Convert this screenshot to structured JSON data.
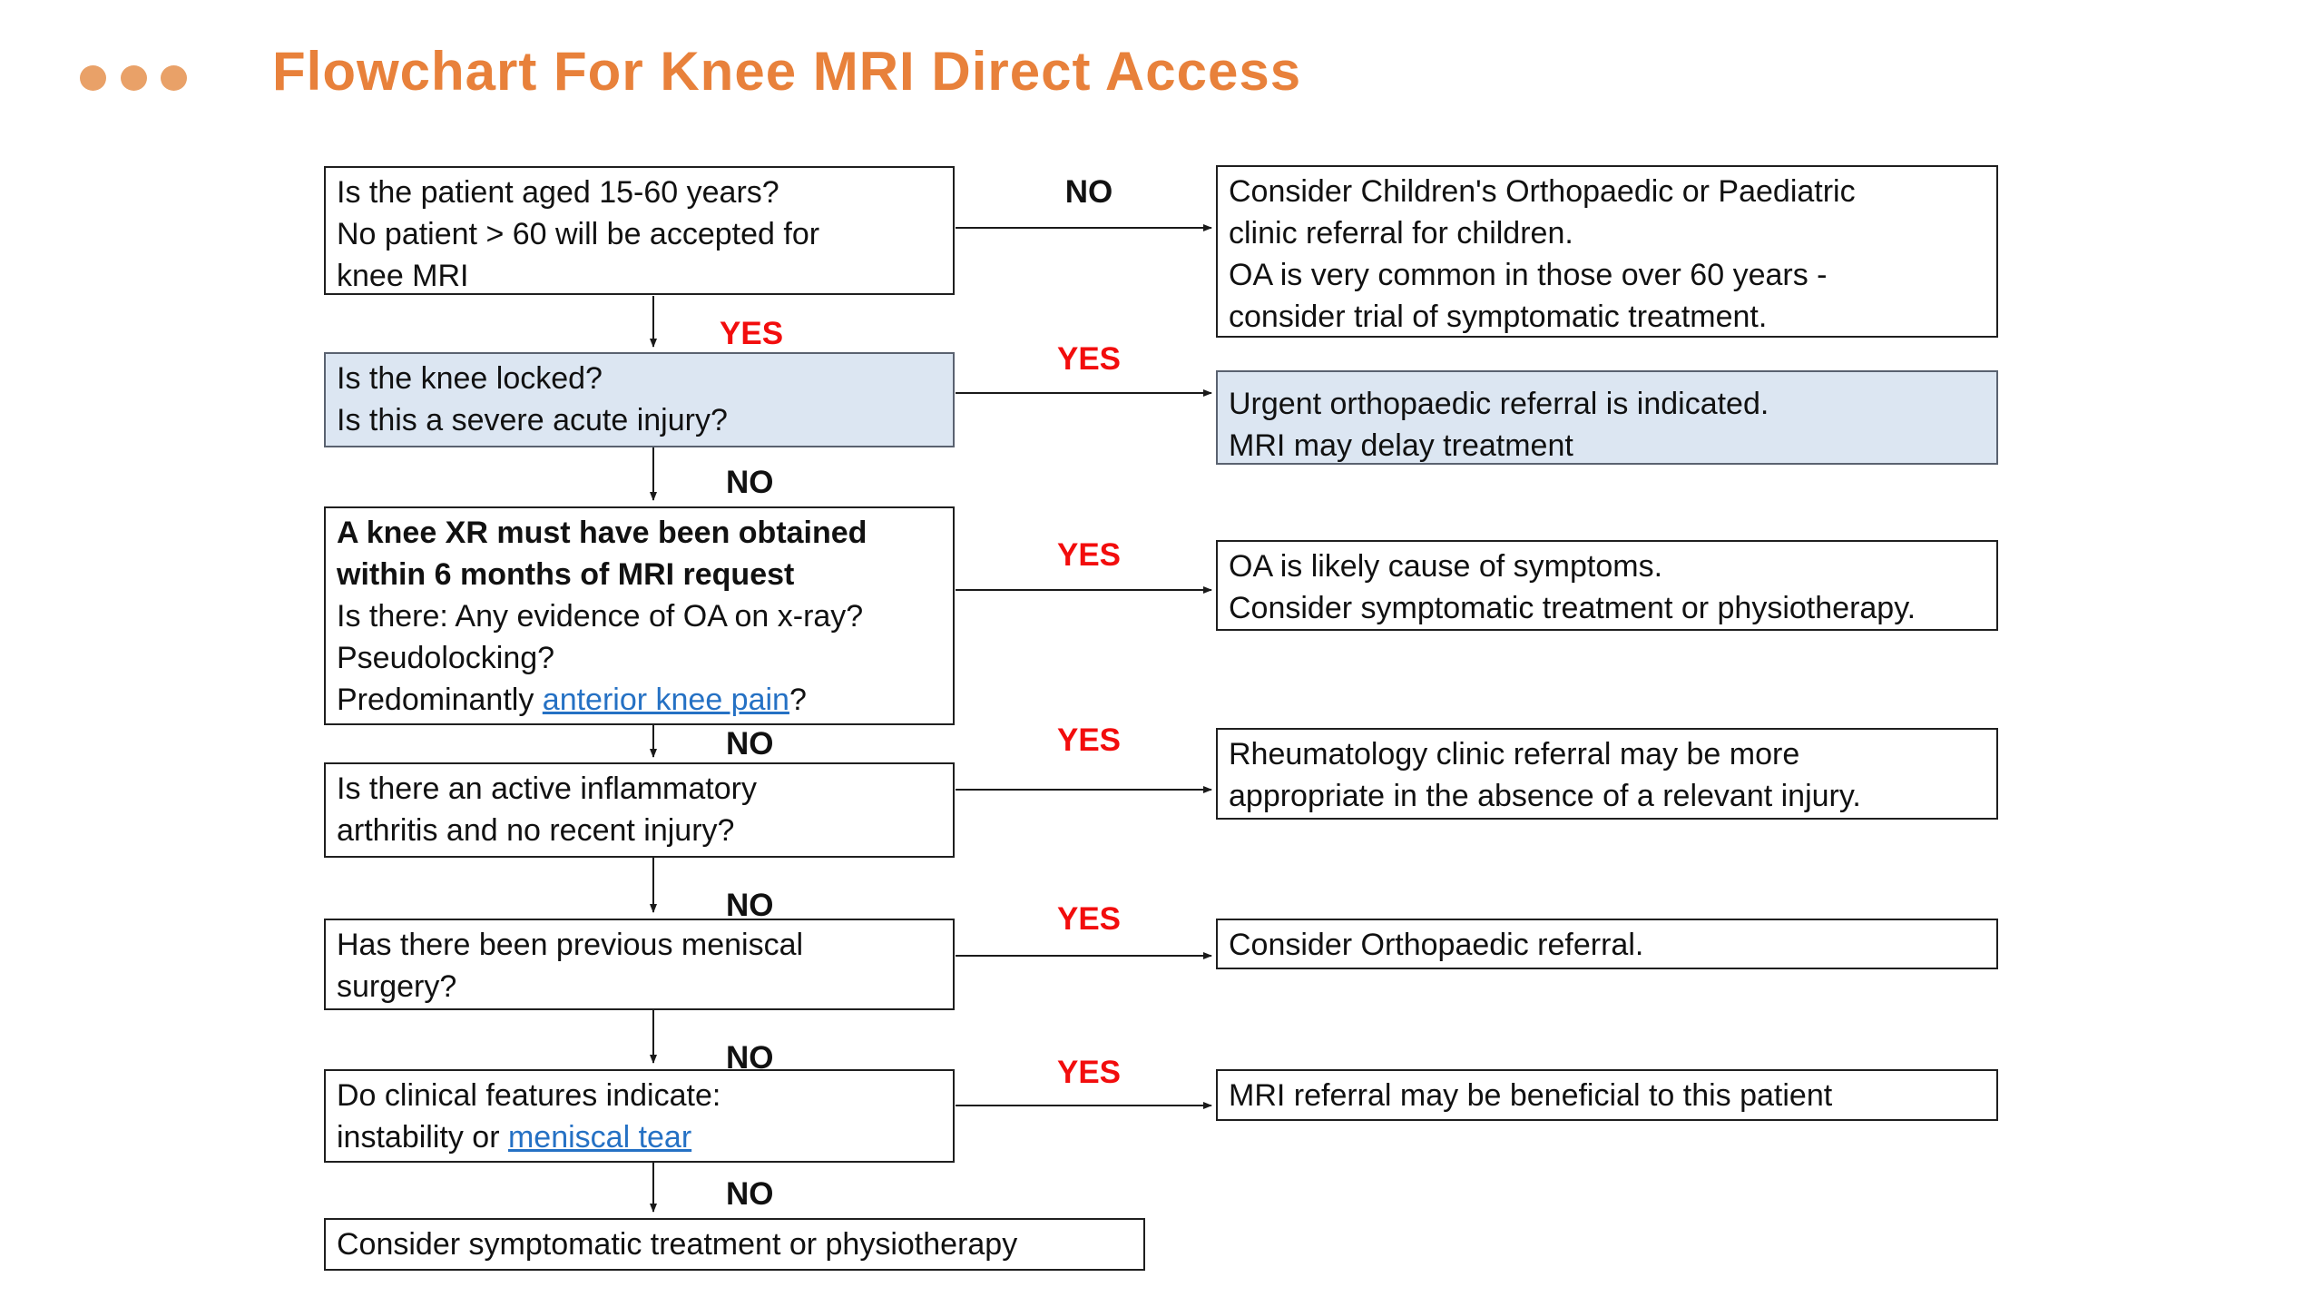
{
  "title": "Flowchart For Knee MRI Direct Access",
  "colors": {
    "title_orange": "#E8813B",
    "dot_orange": "#E9A168",
    "highlight_blue": "#DCE6F2",
    "yes_red": "#F20D0D",
    "link_blue": "#2571C4"
  },
  "labels": {
    "yes": "YES",
    "no": "NO"
  },
  "flow": {
    "q1": {
      "text": "Is the patient aged 15-60 years?\nNo patient > 60 will be accepted for\nknee MRI"
    },
    "q2": {
      "text": "Is the knee locked?\nIs this a severe acute injury?"
    },
    "q3": {
      "bold": "A knee XR must have been obtained\nwithin 6 months of MRI request",
      "body": "\nIs there: Any evidence of OA on x-ray?\nPseudolocking?\nPredominantly ",
      "link": "anterior knee pain",
      "suffix": "?"
    },
    "q4": {
      "text": "Is there an active inflammatory\narthritis and no recent injury?"
    },
    "q5": {
      "text": "Has there been previous meniscal\nsurgery?"
    },
    "q6": {
      "prefix": "Do clinical features indicate:\ninstability or ",
      "link": "meniscal tear"
    },
    "final": {
      "text": "Consider symptomatic treatment or physiotherapy"
    }
  },
  "outcomes": {
    "o1": {
      "text": "Consider Children's Orthopaedic or Paediatric\nclinic referral for children.\nOA is very common in those over 60 years -\nconsider trial of symptomatic treatment."
    },
    "o2": {
      "text": "Urgent orthopaedic referral is indicated.\nMRI may delay treatment"
    },
    "o3": {
      "text": "OA is likely cause of symptoms.\nConsider symptomatic treatment or physiotherapy."
    },
    "o4": {
      "text": "Rheumatology clinic referral may be more\nappropriate in the absence of a relevant injury."
    },
    "o5": {
      "text": "Consider Orthopaedic referral."
    },
    "o6": {
      "text": "MRI referral may be beneficial to this patient"
    }
  }
}
